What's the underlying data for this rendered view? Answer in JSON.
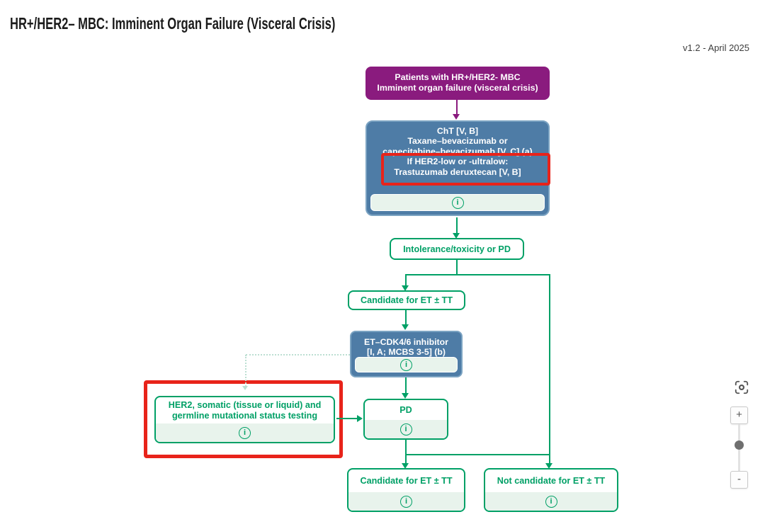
{
  "header": {
    "title": "HR+/HER2– MBC: Imminent Organ Failure (Visceral Crisis)",
    "version": "v1.2 - April 2025"
  },
  "icons": {
    "info": "i",
    "zoom_in_label": "+",
    "zoom_out_label": "-"
  },
  "colors": {
    "purple": "#8a1b7e",
    "blue": "#4e7ca6",
    "green": "#00a066",
    "strip_green": "#e8f3ec",
    "annotation_red": "#e8231a",
    "dotted_connector": "#bcdfd2"
  },
  "flowchart": {
    "patients": {
      "line1": "Patients with HR+/HER2- MBC",
      "line2": "Imminent organ failure (visceral crisis)"
    },
    "cht": {
      "line1": "ChT [V, B]",
      "line2": "Taxane–bevacizumab or",
      "line3": "capecitabine–bevacizumab [V, C] (a)",
      "line4": "If HER2-low or -ultralow:",
      "line5": "Trastuzumab deruxtecan [V, B]"
    },
    "intolerance": {
      "label": "Intolerance/toxicity or PD"
    },
    "candidate_top": {
      "label": "Candidate for ET ± TT"
    },
    "et_cdk46": {
      "line1": "ET–CDK4/6 inhibitor",
      "line2": "[I, A; MCBS 3-5] (b)"
    },
    "pd": {
      "label": "PD"
    },
    "her2_testing": {
      "line1": "HER2, somatic (tissue or liquid) and",
      "line2": "germline mutational status testing"
    },
    "candidate_bottom": {
      "label": "Candidate for ET ± TT"
    },
    "not_candidate": {
      "label": "Not candidate for ET ± TT"
    }
  }
}
